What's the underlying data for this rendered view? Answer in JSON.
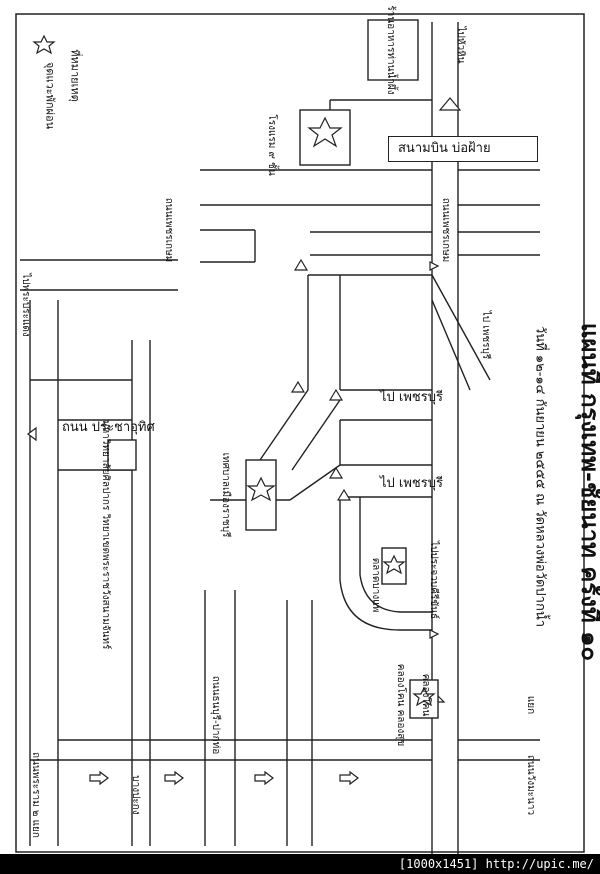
{
  "title": "แผนที่ กรุงเทพ-ชัยนาท ครั้งที่ ๑๐",
  "subtitle": "วันที่ ๑๒-๑๔ กันยายน ๒๕๕๕ ณ วัดหลวงพ่อวัดปากน้ำ",
  "legend": {
    "symbol_label": "จุดแวะพักผ่อน",
    "note": "ที่หมายเหตุ"
  },
  "airport_label": "สนามบิน บ่อฝ้าย",
  "place_labels": {
    "top_right_box": "ร้านอาหารท่านน้ำผึ้ง",
    "road_top_right": "ไปหัวหิน",
    "to_phetchaburi_1": "ไป เพชรบุรี",
    "to_phetchaburi_2": "ไป เพชรบุรี",
    "to_phetchaburi_diag": "ไป เพชรบุรี",
    "prachauthit": "ถนน ประชาอุทิศ",
    "left_place": "มหาวิทยาลัยศิลปากร วิทยาเขตพระราชวังสนามจันทร์",
    "left_vertical_1": "ไปพระประแดง",
    "left_vertical_2": "ถนนพระราม ๒ แยก",
    "left_vertical_3": "บางปะกง",
    "left_vertical_4": "ถนนธนบุรี-ปากท่อ",
    "bottom_road_1": "ถนนวังมะนาว",
    "bottom_road_2": "แยก",
    "hotel_top": "โรงแรม ๙ ชั้น",
    "canal": "คลองโคน",
    "canal_2": "คลองโคน คลองสุข",
    "mid_box": "ตลาดบางแพ",
    "road_mid": "ถนนเพชรเกษม",
    "road_upper": "ถนนเพชรเกษม",
    "center_place": "เทศบาลเมืองราชบุรี",
    "mid_vertical": "ไปประจวบคีรีขันธ์"
  },
  "footer": "[1000x1451] http://upic.me/"
}
